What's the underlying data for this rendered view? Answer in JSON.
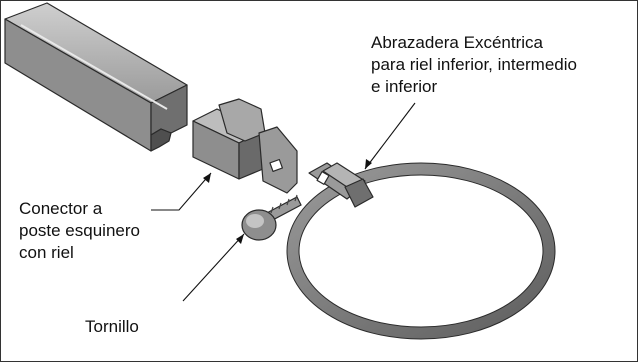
{
  "labels": {
    "clamp": [
      "Abrazadera Excéntrica",
      "para riel inferior, intermedio",
      "e inferior"
    ],
    "connector": [
      "Conector a",
      "poste esquinero",
      "con riel"
    ],
    "screw": "Tornillo"
  },
  "colors": {
    "metal_light": "#bdbdbd",
    "metal_mid": "#8e8e8e",
    "metal_dark": "#5a5a5a",
    "metal_edge": "#2a2a2a",
    "text": "#111111"
  }
}
